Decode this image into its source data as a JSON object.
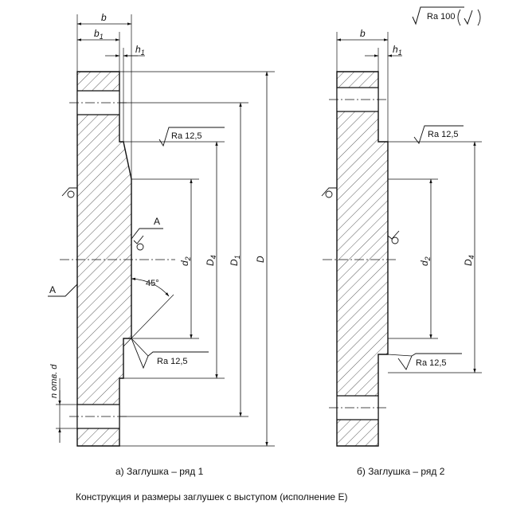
{
  "header": {
    "roughness_general": "Ra 100"
  },
  "figure_a": {
    "caption": "а) Заглушка – ряд 1",
    "dims": {
      "b": "b",
      "b1": "b",
      "b1_sub": "1",
      "h1": "h",
      "h1_sub": "1",
      "d2": "d",
      "d2_sub": "2",
      "D4": "D",
      "D4_sub": "4",
      "D1": "D",
      "D1_sub": "1",
      "D": "D",
      "holes": "n отв. d"
    },
    "roughness_face": "Ra 12,5",
    "roughness_chamfer": "Ra 12,5",
    "angle": "45°",
    "section_mark_1": "A",
    "section_mark_2": "A"
  },
  "figure_b": {
    "caption": "б) Заглушка – ряд 2",
    "dims": {
      "b": "b",
      "h1": "h",
      "h1_sub": "1",
      "d2": "d",
      "d2_sub": "2",
      "D4": "D",
      "D4_sub": "4"
    },
    "roughness_top": "Ra 12,5",
    "roughness_bottom": "Ra 12,5"
  },
  "footer": {
    "title": "Конструкция и размеры заглушек с выступом (исполнение Е)"
  },
  "colors": {
    "line": "#111111",
    "background": "#ffffff"
  }
}
